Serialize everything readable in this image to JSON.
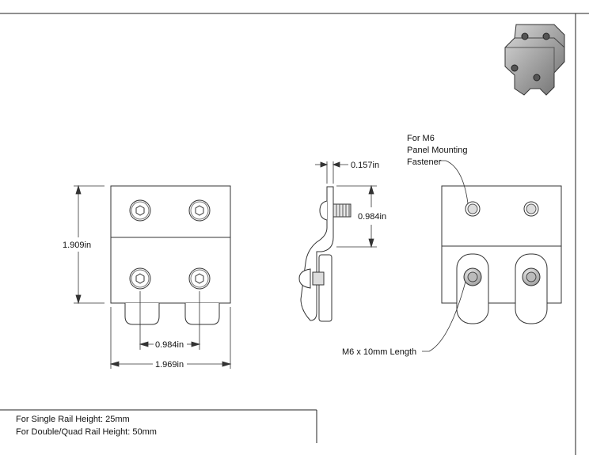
{
  "front_view": {
    "height_dim": "1.909in",
    "hole_spacing_dim": "0.984in",
    "width_dim": "1.969in"
  },
  "side_view": {
    "thickness_dim": "0.157in",
    "stud_spacing_dim": "0.984in"
  },
  "back_view": {
    "callout_fastener_lines": [
      "For M6",
      "Panel Mounting",
      "Fastener"
    ],
    "callout_length": "M6 x 10mm Length"
  },
  "notes": [
    "For Single Rail Height: 25mm",
    "For Double/Quad Rail Height: 50mm"
  ]
}
